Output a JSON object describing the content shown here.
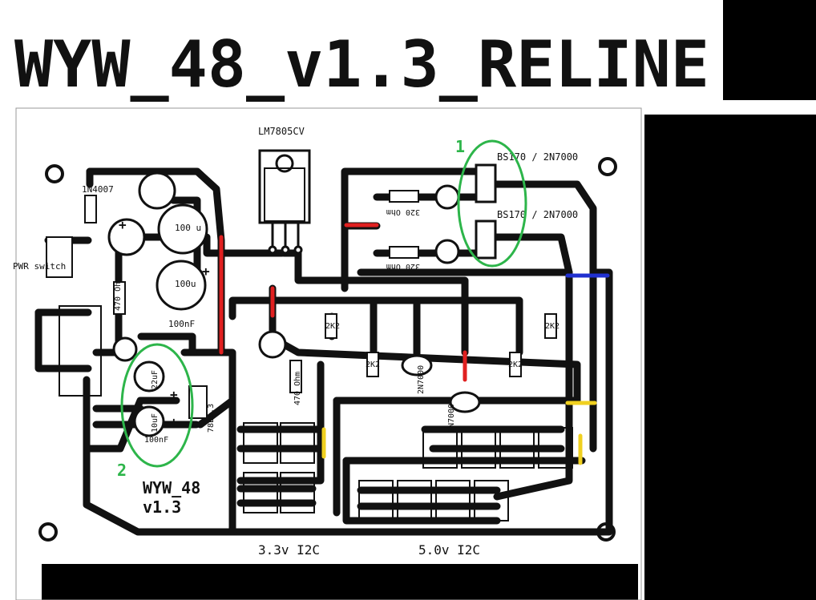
{
  "title": "WYW_48_v1.3_RELINE",
  "board": {
    "regulator_5v": "LM7805CV",
    "mosfet_1": "BS170 / 2N7000",
    "mosfet_2": "BS170 / 2N7000",
    "diode": "1N4007",
    "cap_100u_a": "100 u",
    "cap_100u_b": "100u",
    "cap_100nF_a": "100nF",
    "res_470_a": "470 Ohm",
    "res_470_b": "470 Ohm",
    "res_320_a": "320 Ohm",
    "res_320_b": "320 Ohm",
    "res_2k2_a": "2K2",
    "res_2k2_b": "2K2",
    "res_2k2_c": "2K2",
    "res_2k2_d": "2K2",
    "ldo_3v3": "78L3.3",
    "cap_22uF": "22uF",
    "cap_10uF": "10uF",
    "cap_100nF_b": "100nF",
    "mosfet_small_a": "2N7000",
    "mosfet_small_b": "2N7000",
    "switch": "PWR switch",
    "board_name": "WYW_48",
    "board_version": "v1.3",
    "bus_3v3": "3.3v I2C",
    "bus_5v": "5.0v I2C"
  },
  "annotations": {
    "mark_1": "1",
    "mark_2": "2",
    "mark_color": "#2db54a"
  },
  "colors": {
    "trace": "#111111",
    "jumper_red": "#e02020",
    "jumper_blue": "#2030d0",
    "jumper_yellow": "#f0d020"
  }
}
